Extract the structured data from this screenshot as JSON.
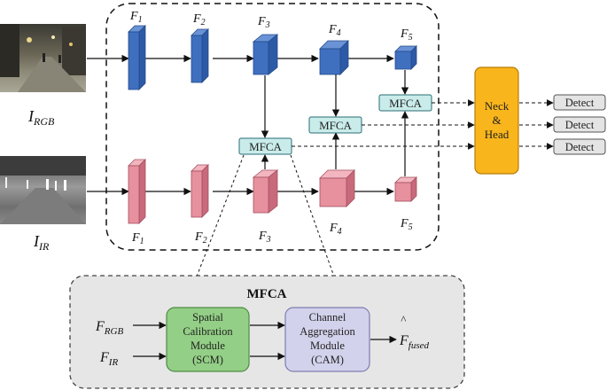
{
  "inputs": {
    "rgb": {
      "base": "I",
      "sub": "RGB"
    },
    "ir": {
      "base": "I",
      "sub": "IR"
    }
  },
  "rgb_features": [
    {
      "base": "F",
      "sub": "1"
    },
    {
      "base": "F",
      "sub": "2"
    },
    {
      "base": "F",
      "sub": "3"
    },
    {
      "base": "F",
      "sub": "4"
    },
    {
      "base": "F",
      "sub": "5"
    }
  ],
  "ir_features": [
    {
      "base": "F",
      "sub": "1"
    },
    {
      "base": "F",
      "sub": "2"
    },
    {
      "base": "F",
      "sub": "3"
    },
    {
      "base": "F",
      "sub": "4"
    },
    {
      "base": "F",
      "sub": "5"
    }
  ],
  "fusion_blocks": [
    "MFCA",
    "MFCA",
    "MFCA"
  ],
  "neck_head": {
    "line1": "Neck",
    "line2": "&",
    "line3": "Head"
  },
  "outputs": [
    "Detect",
    "Detect",
    "Detect"
  ],
  "detail": {
    "title": "MFCA",
    "input_rgb": {
      "base": "F",
      "sub": "RGB"
    },
    "input_ir": {
      "base": "F",
      "sub": "IR"
    },
    "scm": [
      "Spatial",
      "Calibration",
      "Module",
      "(SCM)"
    ],
    "cam": [
      "Channel",
      "Aggregation",
      "Module",
      "(CAM)"
    ],
    "output": {
      "base": "F",
      "hat": "^",
      "sub": "fused"
    }
  },
  "colors": {
    "rgb_block": "#3f6fbf",
    "ir_block": "#e7909e",
    "mfca_fill": "#c9ecea",
    "neck_fill": "#f9b51c",
    "detect_fill": "#e4e4e4",
    "scm_fill": "#93cf86",
    "cam_fill": "#d3d2ec",
    "panel_fill": "#e6e6e6"
  }
}
